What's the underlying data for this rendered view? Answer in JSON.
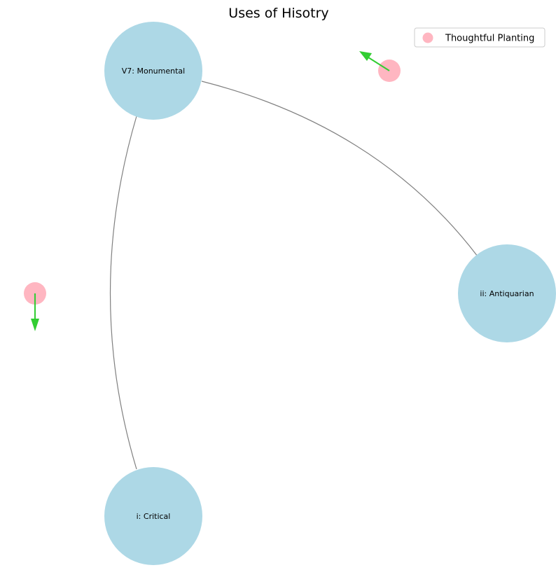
{
  "title": "Uses of Hisotry",
  "colors": {
    "node_fill": "#add8e6",
    "marker_fill": "#ffb6c1",
    "edge_stroke": "#808080",
    "arrow": "#32cd32",
    "legend_border": "#cccccc"
  },
  "nodes": [
    {
      "id": "monumental",
      "label": "V7: Monumental"
    },
    {
      "id": "antiquarian",
      "label": "ii: Antiquarian"
    },
    {
      "id": "critical",
      "label": "i: Critical"
    }
  ],
  "edges": [
    {
      "from": "monumental",
      "to": "antiquarian"
    },
    {
      "from": "monumental",
      "to": "critical"
    }
  ],
  "markers": [
    {
      "id": "marker-top",
      "arrow_direction": "up-left"
    },
    {
      "id": "marker-left",
      "arrow_direction": "down"
    }
  ],
  "legend": {
    "entries": [
      {
        "label": "Thoughtful Planting",
        "marker": "pink-circle"
      }
    ],
    "placement": "top-right"
  }
}
